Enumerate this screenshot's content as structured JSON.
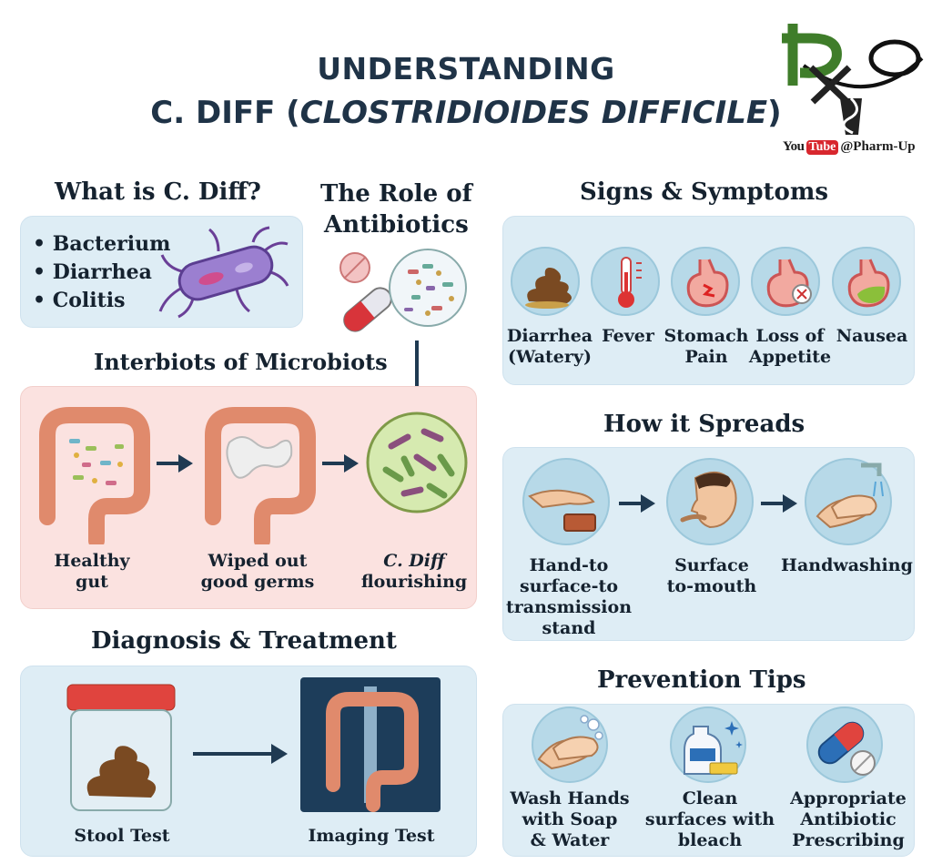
{
  "title": {
    "line1": "UNDERSTANDING",
    "line2_prefix": "C. DIFF (",
    "line2_italic": "CLOSTRIDIOIDES DIFFICILE",
    "line2_suffix": ")"
  },
  "brand": {
    "you": "You",
    "tube": "Tube",
    "handle": "@Pharm-Up"
  },
  "what_is": {
    "heading": "What is C. Diff?",
    "bullets": [
      "Bacterium",
      "Diarrhea",
      "Colitis"
    ]
  },
  "antibiotics": {
    "heading_line1": "The Role of",
    "heading_line2": "Antibiotics"
  },
  "microbiots": {
    "heading": "Interbiots of Microbiots",
    "stages": [
      {
        "line1": "Healthy",
        "line2": "gut"
      },
      {
        "line1": "Wiped out",
        "line2": "good germs"
      },
      {
        "line1": "C. Diff",
        "line2": "flourishing"
      }
    ]
  },
  "diagnosis": {
    "heading": "Diagnosis & Treatment",
    "tests": [
      "Stool Test",
      "Imaging Test"
    ]
  },
  "symptoms": {
    "heading": "Signs & Symptoms",
    "items": [
      {
        "line1": "Diarrhea",
        "line2": "(Watery)"
      },
      {
        "line1": "Fever",
        "line2": ""
      },
      {
        "line1": "Stomach",
        "line2": "Pain"
      },
      {
        "line1": "Loss of",
        "line2": "Appetite"
      },
      {
        "line1": "Nausea",
        "line2": ""
      }
    ]
  },
  "spreads": {
    "heading": "How it Spreads",
    "items": [
      {
        "lines": [
          "Hand-to",
          "surface-to",
          "transmission",
          "stand"
        ]
      },
      {
        "lines": [
          "Surface",
          "to-mouth"
        ]
      },
      {
        "lines": [
          "Handwashing"
        ]
      }
    ]
  },
  "prevention": {
    "heading": "Prevention Tips",
    "items": [
      {
        "lines": [
          "Wash Hands",
          "with Soap",
          "& Water"
        ]
      },
      {
        "lines": [
          "Clean",
          "surfaces with",
          "bleach"
        ]
      },
      {
        "lines": [
          "Appropriate",
          "Antibiotic",
          "Prescribing"
        ]
      }
    ]
  },
  "colors": {
    "heading": "#15222f",
    "title": "#1f3347",
    "panel_blue": "#deedf5",
    "panel_pink": "#fbe2e0",
    "arrow": "#1f3a52",
    "icon_circle": "#b7d9e8"
  }
}
